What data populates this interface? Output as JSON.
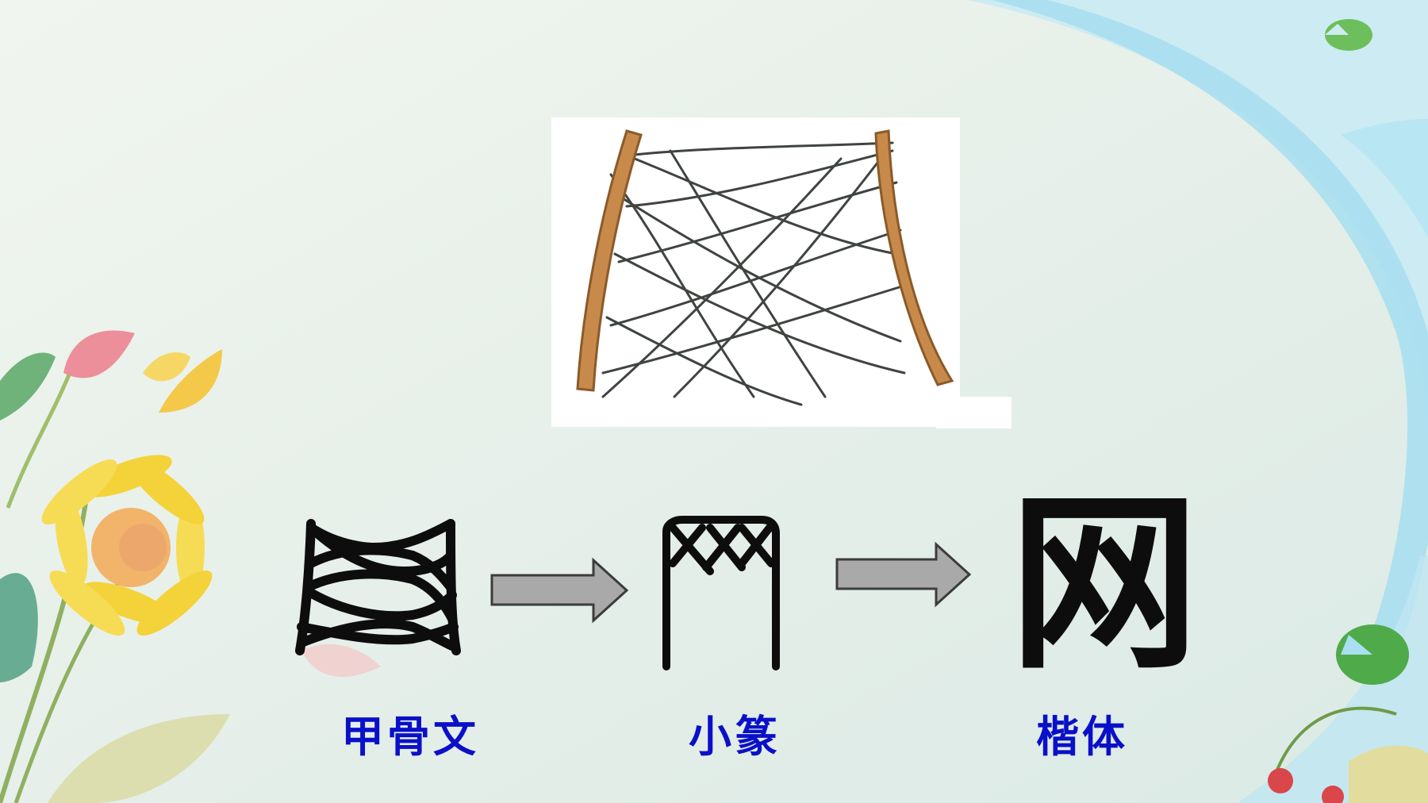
{
  "labels": {
    "oracle": "甲骨文",
    "seal": "小篆",
    "regular": "楷体"
  },
  "regular_character": "网",
  "colors": {
    "label": "#0a10c8",
    "arrow_fill": "#a9a9a9",
    "arrow_stroke": "#3c3c3c",
    "river": "#a9dff0",
    "net_pole": "#c88a4a"
  }
}
